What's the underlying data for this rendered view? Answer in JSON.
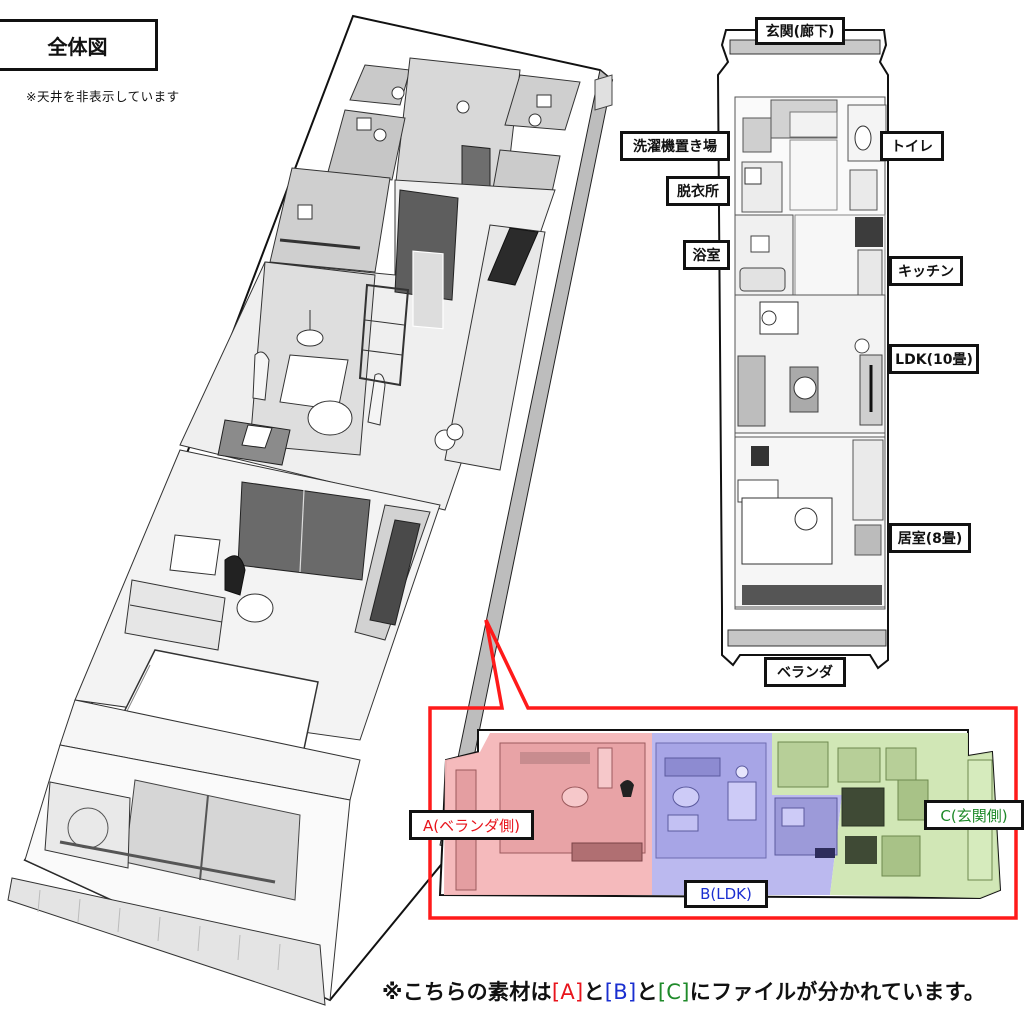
{
  "header": {
    "title": "全体図",
    "note": "※天井を非表示しています"
  },
  "floor_plan": {
    "labels": {
      "entrance": "玄関(廊下)",
      "laundry": "洗濯機置き場",
      "toilet": "トイレ",
      "dressing_room": "脱衣所",
      "bathroom": "浴室",
      "kitchen": "キッチン",
      "ldk": "LDK(10畳)",
      "bedroom": "居室(8畳)",
      "veranda": "ベランダ"
    }
  },
  "file_split": {
    "sections": [
      {
        "id": "A",
        "label": "A(ベランダ側)",
        "color": "#e8141c",
        "tint": "#f4b6b8"
      },
      {
        "id": "B",
        "label": "B(LDK)",
        "color": "#1a2fd0",
        "tint": "#b7b5ee"
      },
      {
        "id": "C",
        "label": "C(玄関側)",
        "color": "#1f8a2a",
        "tint": "#cfe6b2"
      }
    ],
    "callout_color": "#ff1a1a"
  },
  "footer": {
    "prefix": "※こちらの素材は",
    "a": "[A]",
    "sep1": "と",
    "b": "[B]",
    "sep2": "と",
    "c": "[C]",
    "suffix": "にファイルが分かれています。"
  }
}
